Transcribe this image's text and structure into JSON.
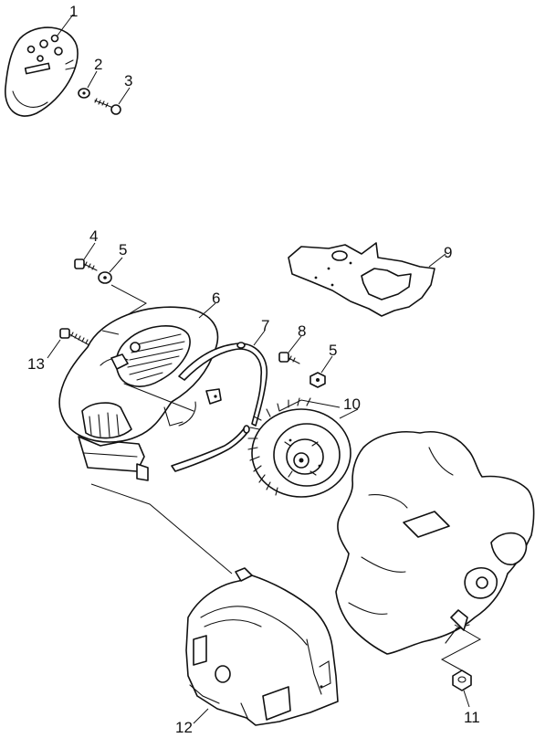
{
  "diagram": {
    "callouts": {
      "c1": "1",
      "c2": "2",
      "c3": "3",
      "c4": "4",
      "c5a": "5",
      "c5b": "5",
      "c6": "6",
      "c7": "7",
      "c8": "8",
      "c9": "9",
      "c10": "10",
      "c11": "11",
      "c12": "12",
      "c13": "13"
    },
    "line_color": "#111111",
    "background": "#ffffff"
  }
}
